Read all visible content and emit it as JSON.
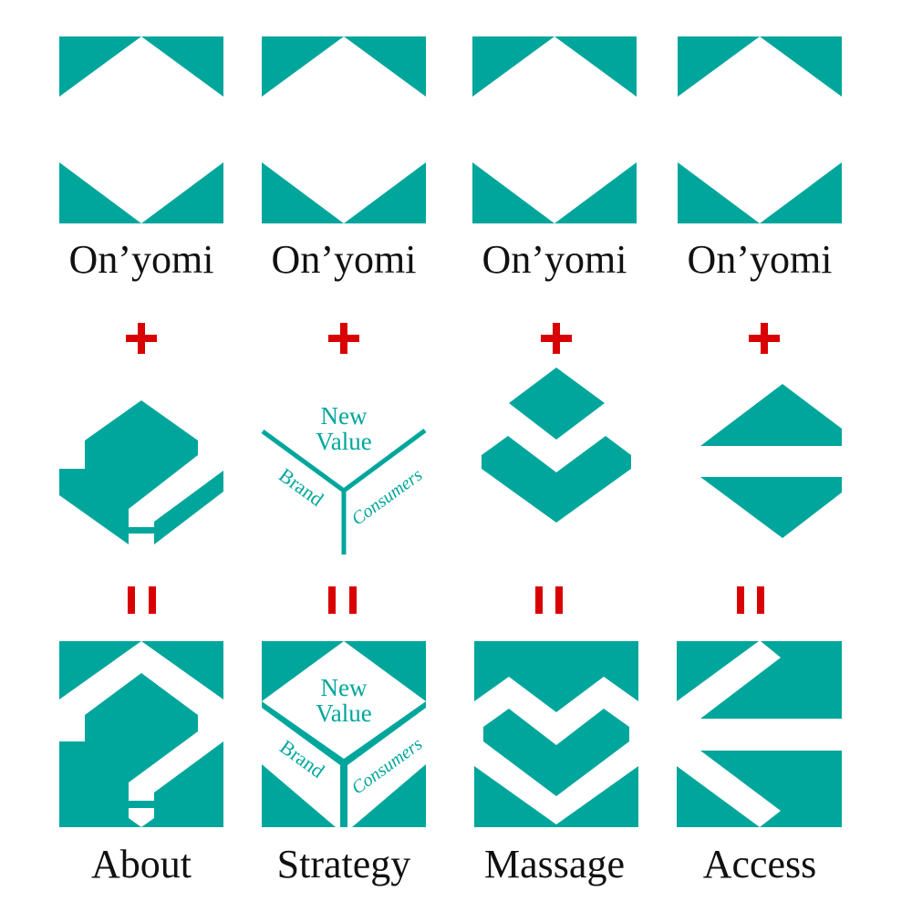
{
  "colors": {
    "teal": "#00a69c",
    "red": "#d90000",
    "text": "#111111",
    "background": "#ffffff"
  },
  "operators": {
    "plus": "+",
    "equals": "="
  },
  "columns": [
    {
      "top_label": "On’yomi",
      "middle_shape": "house-question-shape",
      "result_label": "About"
    },
    {
      "top_label": "On’yomi",
      "middle_shape": "y-junction-shape",
      "middle_texts": {
        "new": "New",
        "value": "Value",
        "brand": "Brand",
        "consumers": "Consumers"
      },
      "result_label": "Strategy"
    },
    {
      "top_label": "On’yomi",
      "middle_shape": "diamond-chevron-shape",
      "result_label": "Massage"
    },
    {
      "top_label": "On’yomi",
      "middle_shape": "split-triangle-shape",
      "result_label": "Access"
    }
  ]
}
